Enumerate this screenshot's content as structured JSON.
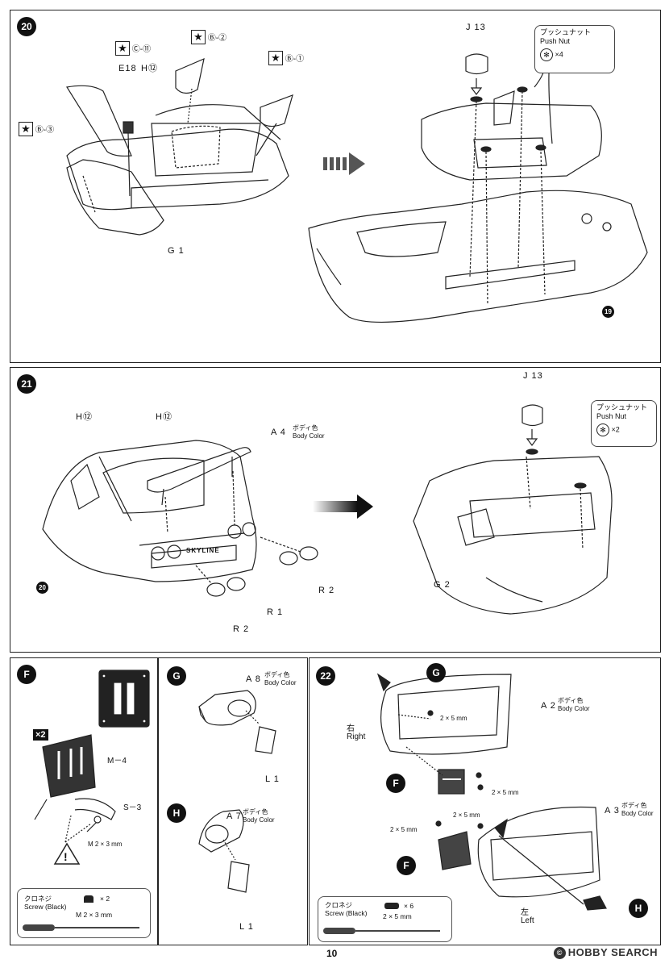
{
  "page_number": "10",
  "watermark": {
    "icon": "copyright-circle",
    "text": "HOBBY SEARCH"
  },
  "step20": {
    "number": "20",
    "paint_c11": {
      "star": "★",
      "code": "Ⓒ-⑪"
    },
    "paint_b2": {
      "star": "★",
      "code": "Ⓑ-②"
    },
    "paint_b1": {
      "star": "★",
      "code": "Ⓑ-①"
    },
    "paint_b3": {
      "star": "★",
      "code": "Ⓑ-③"
    },
    "label_e18": "E18",
    "label_h12": "H⑫",
    "label_g1": "G 1",
    "label_j13": "J 13",
    "push_nut_jp": "プッシュナット",
    "push_nut_en": "Push Nut",
    "push_nut_qty": "×4",
    "ref_19": "19"
  },
  "step21": {
    "number": "21",
    "label_h12_a": "H⑫",
    "label_h12_b": "H⑫",
    "label_a4": "A 4",
    "a4_jp": "ボディ色",
    "a4_en": "Body Color",
    "ref_20": "20",
    "label_r2_a": "R 2",
    "label_r1": "R 1",
    "label_r2_b": "R 2",
    "label_j13": "J 13",
    "push_nut_jp": "プッシュナット",
    "push_nut_en": "Push Nut",
    "push_nut_qty": "×2",
    "label_g2": "G 2",
    "badge_text": "SKYLINE"
  },
  "stepF": {
    "letter": "F",
    "qty_tag": "×2",
    "label_m4": "M－4",
    "label_s3": "S－3",
    "screw_size": "M 2 × 3 mm",
    "screw_jp": "クロネジ",
    "screw_en": "Screw (Black)",
    "screw_qty": "× 2",
    "screw_spec": "M 2 × 3 mm"
  },
  "stepG": {
    "letter": "G",
    "label_a8": "A 8",
    "a8_jp": "ボディ色",
    "a8_en": "Body Color",
    "label_l1": "L 1"
  },
  "stepH": {
    "letter": "H",
    "label_a7": "A 7",
    "a7_jp": "ボディ色",
    "a7_en": "Body Color",
    "label_l1": "L 1"
  },
  "step22": {
    "number": "22",
    "label_g": "G",
    "label_a2": "A 2",
    "a2_jp": "ボディ色",
    "a2_en": "Body Color",
    "right_jp": "右",
    "right_en": "Right",
    "screw_2x5_a": "2 × 5 mm",
    "label_f_top": "F",
    "screw_2x5_b": "2 × 5 mm",
    "screw_2x5_c": "2 × 5 mm",
    "screw_2x5_d": "2 × 5 mm",
    "label_a3": "A 3",
    "a3_jp": "ボディ色",
    "a3_en": "Body Color",
    "label_f_bottom": "F",
    "left_jp": "左",
    "left_en": "Left",
    "label_h": "H",
    "screw_jp": "クロネジ",
    "screw_en": "Screw (Black)",
    "screw_qty": "× 6",
    "screw_spec": "2 × 5 mm"
  }
}
